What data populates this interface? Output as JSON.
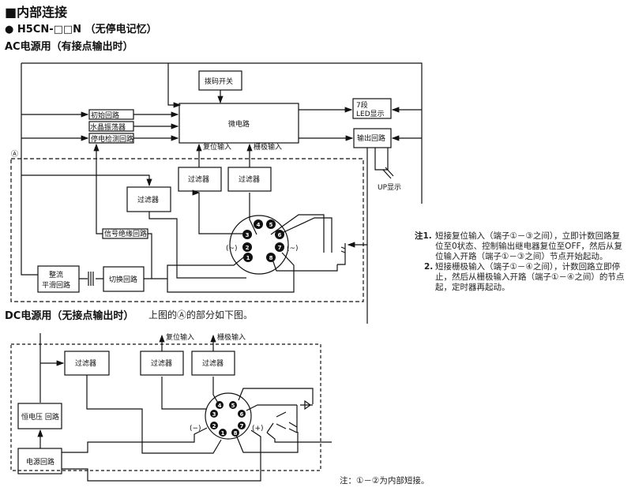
{
  "title": "■内部连接",
  "model": "● H5CN-□□N （无停电记忆）",
  "ac_section": {
    "heading": "AC电源用（有接点输出时）",
    "blocks": {
      "dip_switch": "拨码开关",
      "microcircuit": "微电路",
      "led_display_line1": "7段",
      "led_display_line2": "LED显示",
      "output_circuit": "输出回路",
      "up_display": "UP显示",
      "init_circuit": "初始回路",
      "crystal_osc": "水晶振荡器",
      "power_fail_detect": "停电检测回路",
      "reset_input": "复位输入",
      "gate_input": "栅极输入",
      "filter": "过滤器",
      "signal_isolation": "信号绝缘回路",
      "rectifier_line1": "整流",
      "rectifier_line2": "平滑回路",
      "switch_circuit": "切换回路",
      "region_mark": "Ⓐ",
      "ac_mark": "(~)"
    },
    "pins": [
      "1",
      "2",
      "3",
      "4",
      "5",
      "6",
      "7",
      "8"
    ]
  },
  "dc_section": {
    "heading": "DC电源用（无接点输出时）",
    "subtitle": "上图的Ⓐ的部分如下图。",
    "blocks": {
      "reset_input": "复位输入",
      "gate_input": "栅极输入",
      "filter": "过滤器",
      "const_voltage": "恒电压 回路",
      "power_circuit": "电源回路",
      "minus": "(−)",
      "plus": "(+)"
    }
  },
  "notes_ac": [
    {
      "num": "注1.",
      "text": "短接复位输入（端子①－③之间），立即计数回路复位至0状态、控制输出继电器复位至OFF，然后从复位输入开路（端子①－③之间）节点开始起动。"
    },
    {
      "num": "2.",
      "text": "短接栅极输入（端子①－④之间），计数回路立即停止，然后从栅极输入开路（端子①－④之间）的节点起，定时器再起动。"
    }
  ],
  "notes_dc": "注：①－②为内部短接。"
}
